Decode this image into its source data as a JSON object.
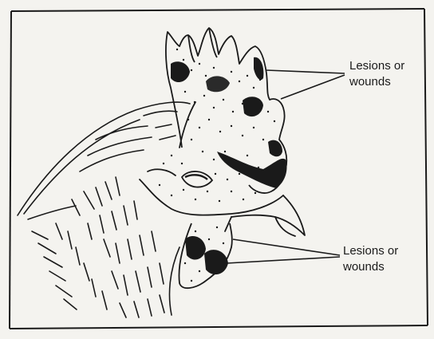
{
  "figure": {
    "subject": "chicken-head",
    "stroke_color": "#1a1a1a",
    "paper_color": "#f4f3ef"
  },
  "labels": {
    "upper": {
      "line1": "Lesions or",
      "line2": "wounds"
    },
    "lower": {
      "line1": "Lesions or",
      "line2": "wounds"
    }
  }
}
